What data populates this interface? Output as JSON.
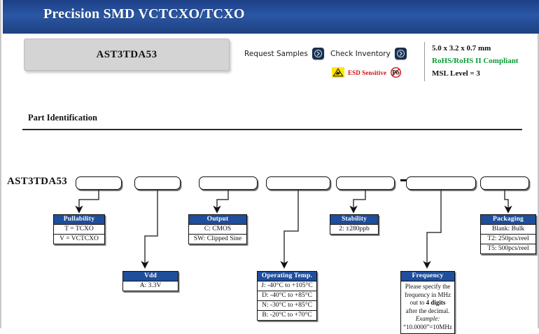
{
  "banner": {
    "title": "Precision SMD VCTCXO/TCXO"
  },
  "header": {
    "part_plate": "AST3TDA53",
    "actions": [
      {
        "label": "Request Samples",
        "icon": "chevron-right-circle-icon"
      },
      {
        "label": "Check Inventory",
        "icon": "chevron-right-circle-icon"
      }
    ],
    "badges": {
      "esd_label": "ESD Sensitive",
      "esd_icon": "esd-sensitive-icon",
      "pb_icon": "lead-free-icon",
      "pb_label": "Pb"
    },
    "specs": {
      "dimensions": "5.0 x 3.2 x 0.7 mm",
      "rohs": "RoHS/RoHS II Compliant",
      "msl": "MSL Level = 3",
      "rohs_color": "#0a9a35"
    }
  },
  "section": {
    "title": "Part Identification"
  },
  "part_number": {
    "base": "AST3TDA53",
    "separator": "-",
    "fields": 7
  },
  "options": {
    "pullability": {
      "title": "Pullability",
      "rows": [
        "T = TCXO",
        "V = VCTCXO"
      ]
    },
    "vdd": {
      "title": "Vdd",
      "rows": [
        "A: 3.3V"
      ]
    },
    "output": {
      "title": "Output",
      "rows": [
        "C: CMOS",
        "SW: Clipped Sine"
      ]
    },
    "operating_temp": {
      "title": "Operating Temp.",
      "rows": [
        "J: -40°C to +105°C",
        "D: -40°C to +85°C",
        "N: -30°C to +85°C",
        "B: -20°C to +70°C"
      ]
    },
    "stability": {
      "title": "Stability",
      "rows": [
        "2: ±280ppb"
      ]
    },
    "frequency": {
      "title": "Frequency",
      "line1": "Please specify the",
      "line2": "frequency in MHz",
      "line3_pre": "out to ",
      "line3_bold": "4 digits",
      "line4": "after the decimal.",
      "line5_italic": "Example:",
      "line6": "“10.0000”=10MHz"
    },
    "packaging": {
      "title": "Packaging",
      "rows": [
        "Blank: Bulk",
        "T2: 250pcs/reel",
        "T5: 500pcs/reel"
      ]
    }
  },
  "colors": {
    "banner_blue": "#1d3f86",
    "table_header_blue": "#1f4e9c",
    "rohs_green": "#0a9a35",
    "esd_red": "#cc1111",
    "esd_yellow": "#ffe800"
  }
}
